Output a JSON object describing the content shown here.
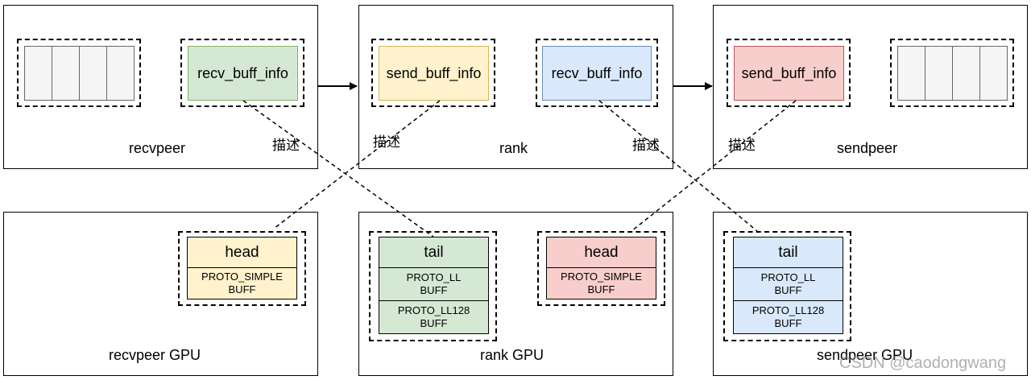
{
  "panels": {
    "recvpeer": "recvpeer",
    "rank": "rank",
    "sendpeer": "sendpeer",
    "recvpeer_gpu": "recvpeer GPU",
    "rank_gpu": "rank GPU",
    "sendpeer_gpu": "sendpeer GPU"
  },
  "boxes": {
    "recvpeer_recv_buff_info": "recv_buff_info",
    "rank_send_buff_info": "send_buff_info",
    "rank_recv_buff_info": "recv_buff_info",
    "sendpeer_send_buff_info": "send_buff_info"
  },
  "gpu_buffers": {
    "recvpeer_head": {
      "title": "head",
      "rows": [
        "PROTO_SIMPLE\nBUFF"
      ]
    },
    "rank_tail": {
      "title": "tail",
      "rows": [
        "PROTO_LL\nBUFF",
        "PROTO_LL128\nBUFF"
      ]
    },
    "rank_head": {
      "title": "head",
      "rows": [
        "PROTO_SIMPLE\nBUFF"
      ]
    },
    "sendpeer_tail": {
      "title": "tail",
      "rows": [
        "PROTO_LL\nBUFF",
        "PROTO_LL128\nBUFF"
      ]
    }
  },
  "describe_labels": [
    "描述",
    "描述",
    "描述",
    "描述"
  ],
  "colors": {
    "green_fill": "#d5e8d4",
    "green_stroke": "#82b366",
    "yellow_fill": "#fff2cc",
    "yellow_stroke": "#d6b656",
    "blue_fill": "#dae8fc",
    "blue_stroke": "#6c8ebf",
    "red_fill": "#f8cecc",
    "red_stroke": "#b85450",
    "grey_fill": "#f5f5f5",
    "grey_stroke": "#666666"
  },
  "watermark": "CSDN @caodongwang"
}
